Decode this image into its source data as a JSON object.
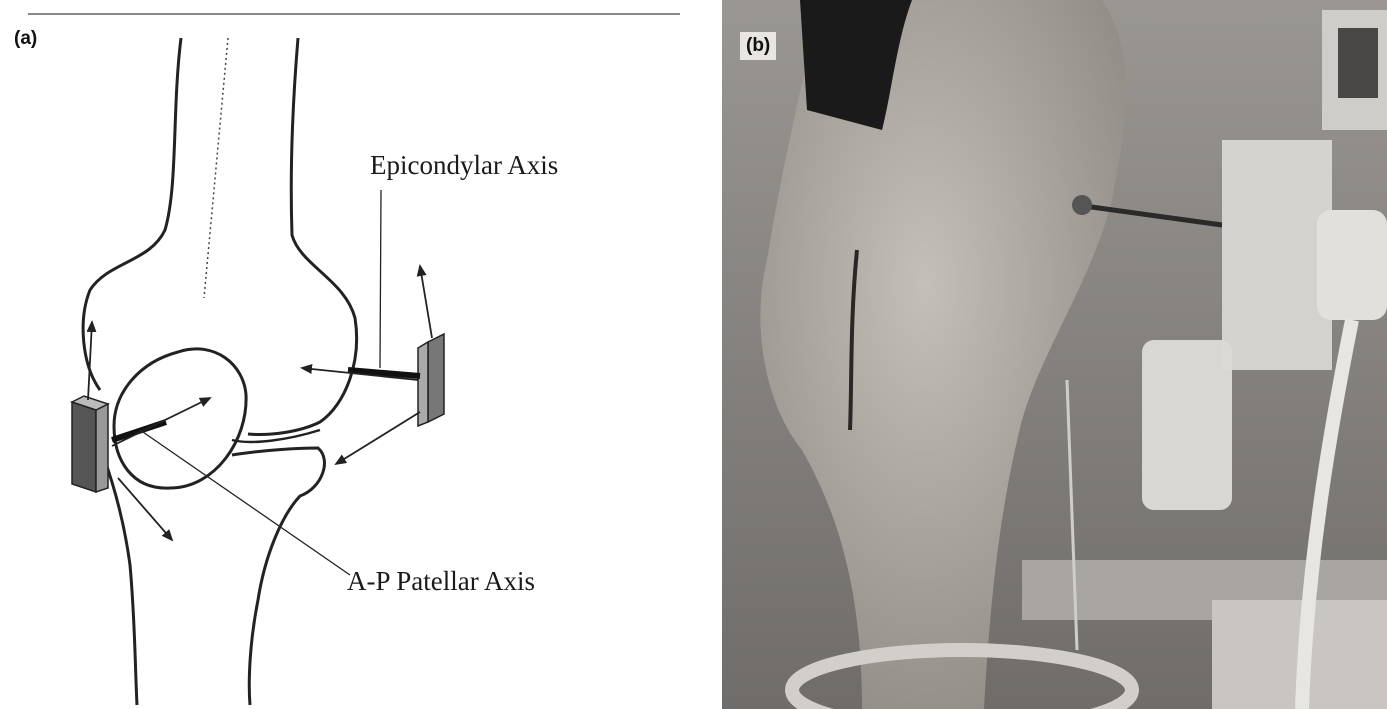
{
  "panel_a": {
    "label": "(a)",
    "epicondylar_axis_label": "Epicondylar Axis",
    "ap_patellar_axis_label": "A-P Patellar Axis"
  },
  "panel_b": {
    "label": "(b)",
    "photo_description_colors": {
      "background": "#8a8784",
      "bone": "#b3aea8",
      "sensor": "#d8d6d2"
    }
  }
}
